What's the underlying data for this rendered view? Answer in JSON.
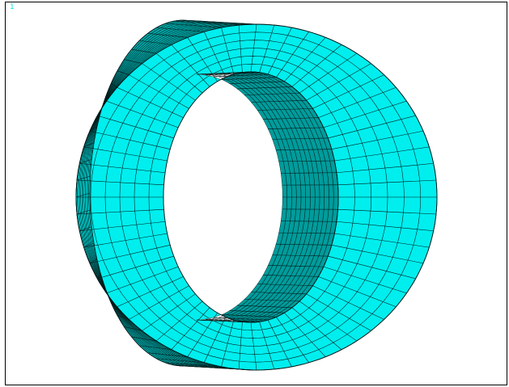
{
  "viewport": {
    "window_number": "1"
  },
  "colors": {
    "background": "#ffffff",
    "frame": "#000000",
    "window_number": "#00e5e5",
    "ring_face": "#00eeee",
    "ring_side_dark": "#00aaaa",
    "ring_inner_wall": "#009c9c",
    "mesh_lines": "#001818"
  },
  "model": {
    "shape": "hollow cylinder (ring)",
    "element_type": "hexahedral mesh"
  }
}
